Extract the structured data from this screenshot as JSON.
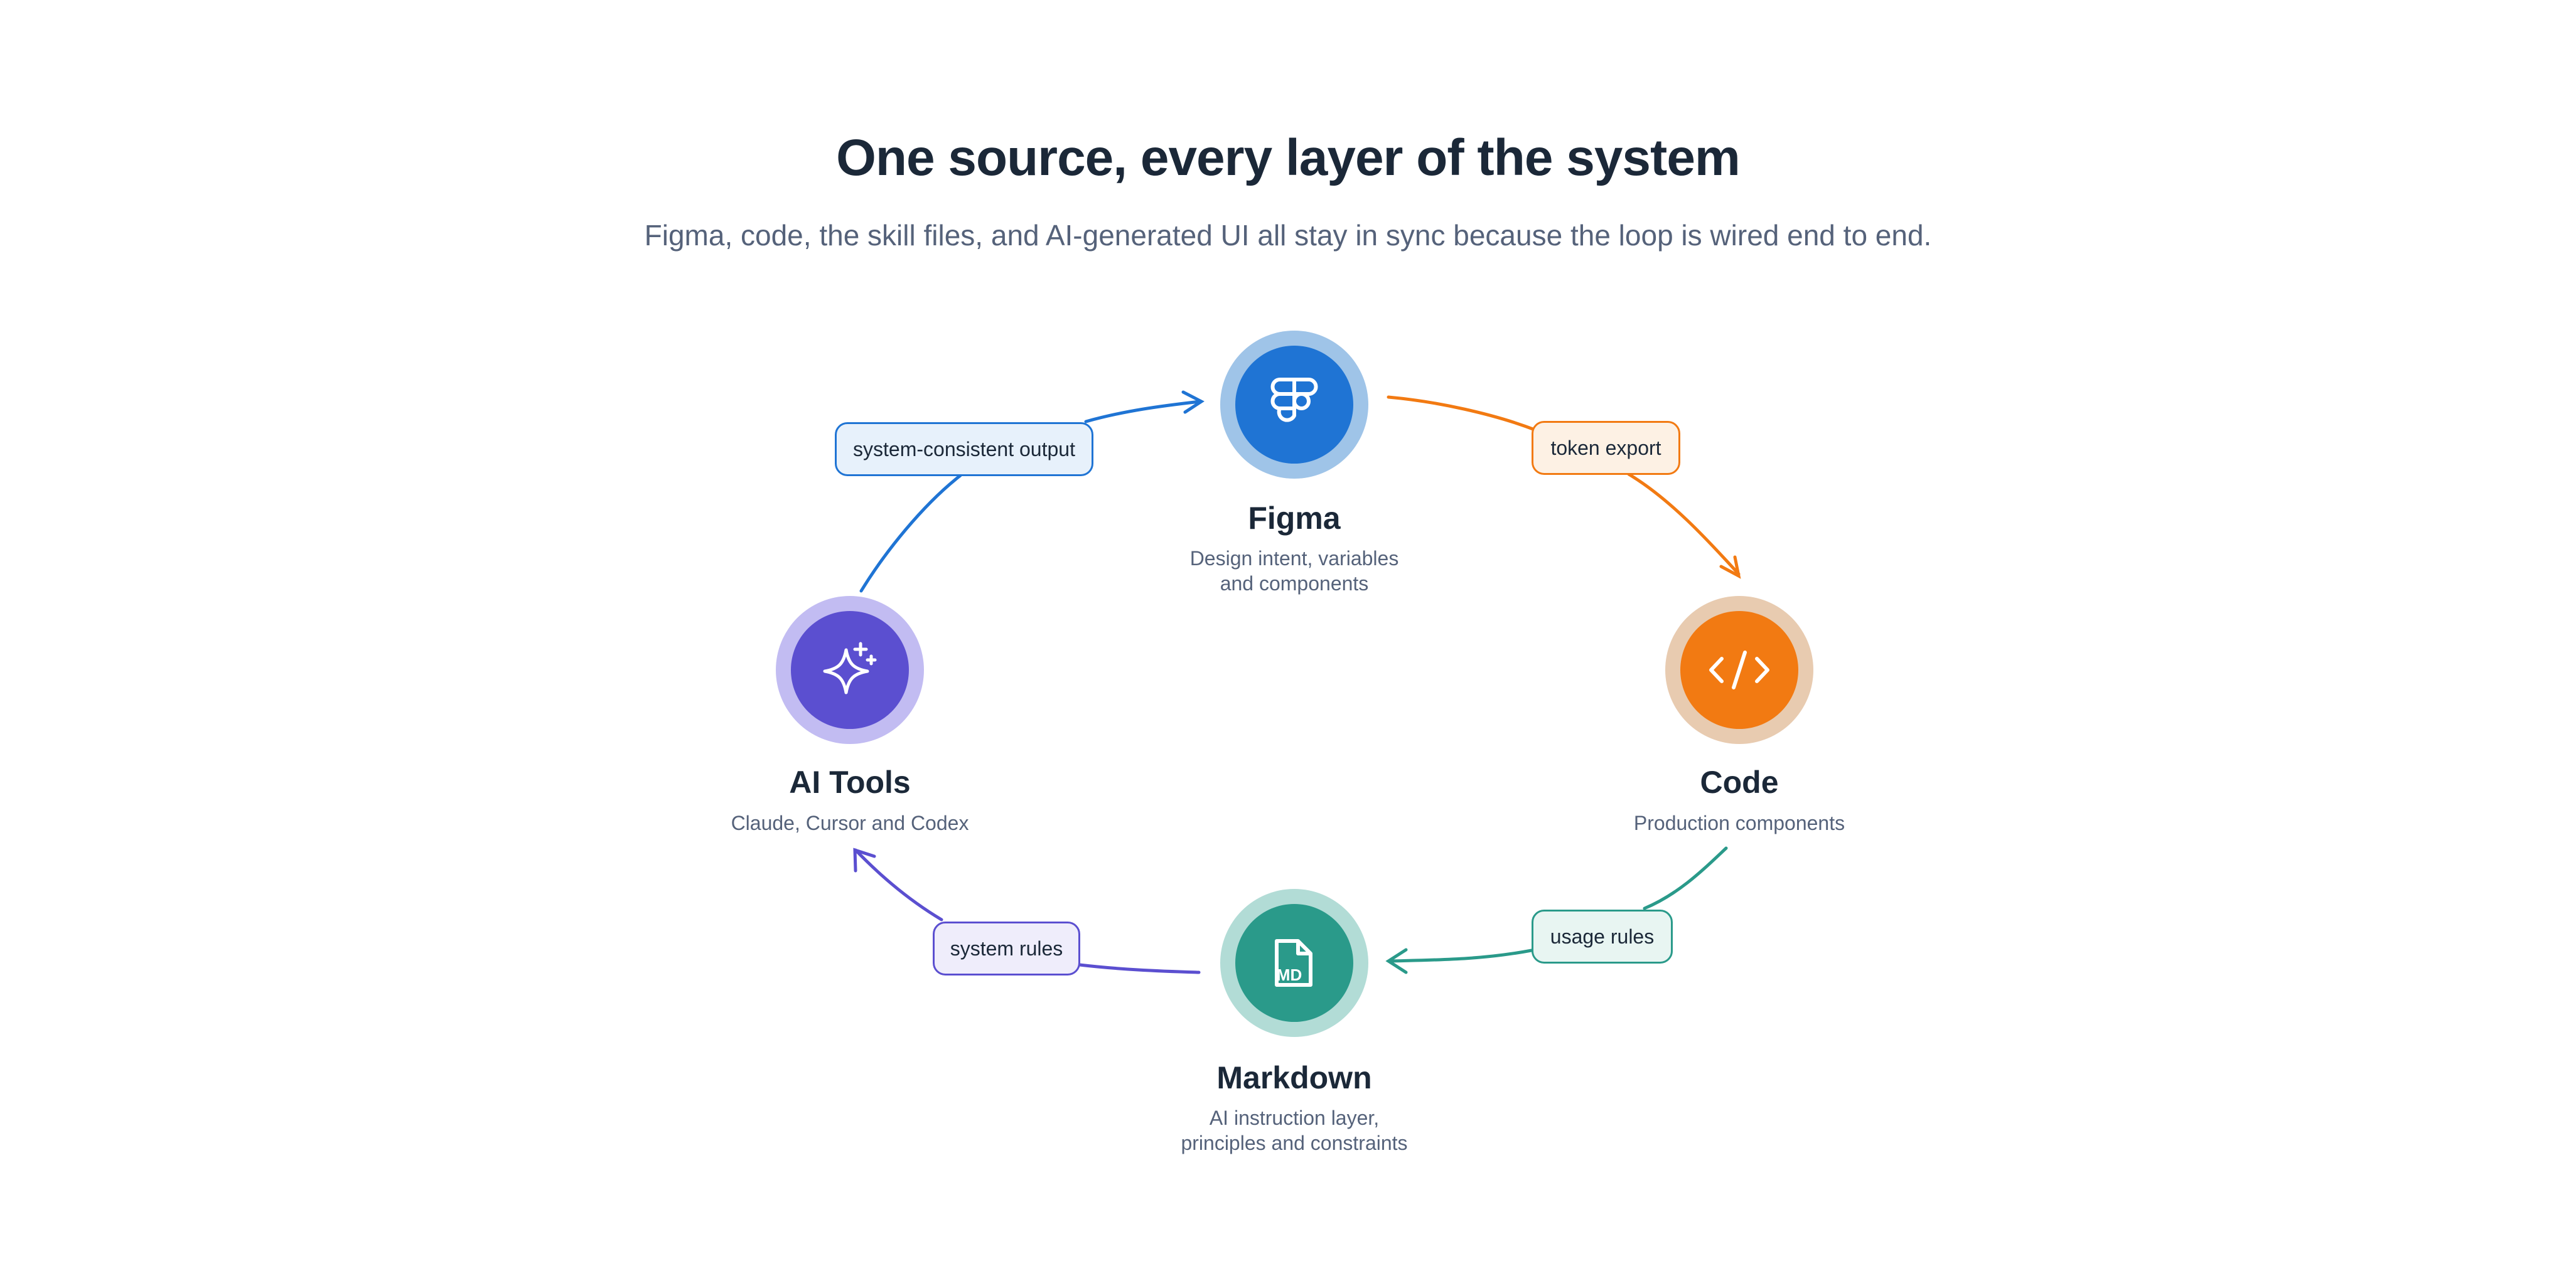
{
  "header": {
    "title": "One source, every layer of the system",
    "subtitle": "Figma, code, the skill files, and AI-generated UI all stay in sync because the loop is wired end to end."
  },
  "nodes": {
    "figma": {
      "title": "Figma",
      "description": "Design intent, variables\nand components",
      "icon": "figma-logo-icon",
      "color": "#1f74d4",
      "ring_color": "#9fc4e8"
    },
    "code": {
      "title": "Code",
      "description": "Production components",
      "icon": "code-brackets-icon",
      "color": "#f27a12",
      "ring_color": "#e8cbb0"
    },
    "markdown": {
      "title": "Markdown",
      "description": "AI instruction layer,\nprinciples and constraints",
      "icon": "markdown-file-icon",
      "icon_text": "MD",
      "color": "#2a9a8a",
      "ring_color": "#b2dcd6"
    },
    "ai_tools": {
      "title": "AI Tools",
      "description": "Claude, Cursor and Codex",
      "icon": "sparkle-icon",
      "color": "#5b4fd0",
      "ring_color": "#c2bcf2"
    }
  },
  "edges": {
    "token_export": {
      "label": "token export",
      "color": "#f27a12",
      "fill": "#fdf1e4"
    },
    "usage_rules": {
      "label": "usage rules",
      "color": "#2a9a8a",
      "fill": "#e8f5f2"
    },
    "system_rules": {
      "label": "system rules",
      "color": "#5b4fd0",
      "fill": "#efedfb"
    },
    "system_consistent_output": {
      "label": "system-consistent output",
      "color": "#1f74d4",
      "fill": "#e7f1fb"
    }
  }
}
